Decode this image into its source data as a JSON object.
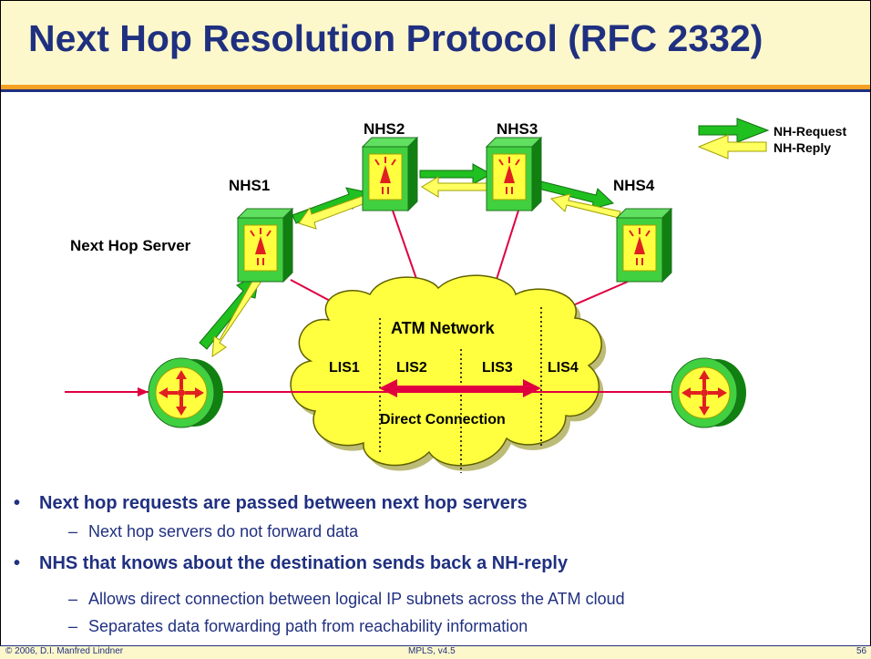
{
  "title": "Next Hop Resolution Protocol (RFC 2332)",
  "diagram": {
    "nhs_labels": [
      "NHS1",
      "NHS2",
      "NHS3",
      "NHS4"
    ],
    "server_label": "Next Hop Server",
    "cloud_label": "ATM Network",
    "lis_labels": [
      "LIS1",
      "LIS2",
      "LIS3",
      "LIS4"
    ],
    "connection_label": "Direct Connection",
    "legend": {
      "request": "NH-Request",
      "reply": "NH-Reply"
    },
    "colors": {
      "request": "#20c020",
      "reply": "#ffff60",
      "cloud": "#ffff40",
      "link": "#e00040",
      "server": "#40d040"
    }
  },
  "bullets": [
    {
      "text": "Next hop requests are passed between next hop servers",
      "subs": [
        "Next hop servers do not forward data"
      ]
    },
    {
      "text": "NHS that knows about the destination sends back a NH-reply",
      "subs": [
        "Allows direct connection between logical IP subnets across the ATM cloud",
        "Separates data forwarding path from reachability information"
      ]
    }
  ],
  "footer": {
    "copyright": "© 2006, D.I. Manfred Lindner",
    "version": "MPLS, v4.5",
    "page": "56"
  }
}
